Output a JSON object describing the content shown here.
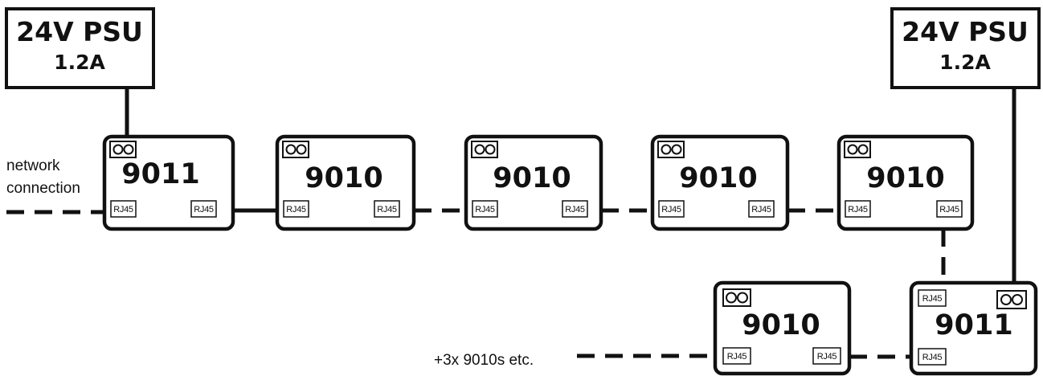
{
  "psu_left": {
    "title": "24V PSU",
    "current": "1.2A"
  },
  "psu_right": {
    "title": "24V PSU",
    "current": "1.2A"
  },
  "network_label": {
    "line1": "network",
    "line2": "connection"
  },
  "more_label": "+3x 9010s etc.",
  "devices": [
    {
      "model": "9011",
      "port_left": "RJ45",
      "port_right": "RJ45"
    },
    {
      "model": "9010",
      "port_left": "RJ45",
      "port_right": "RJ45"
    },
    {
      "model": "9010",
      "port_left": "RJ45",
      "port_right": "RJ45"
    },
    {
      "model": "9010",
      "port_left": "RJ45",
      "port_right": "RJ45"
    },
    {
      "model": "9010",
      "port_left": "RJ45",
      "port_right": "RJ45"
    },
    {
      "model": "9010",
      "port_left": "RJ45",
      "port_right": "RJ45"
    },
    {
      "model": "9011",
      "port_top": "RJ45",
      "port_bottom": "RJ45"
    }
  ],
  "connections": [
    {
      "from": "psu-left",
      "to": "device-1",
      "style": "solid"
    },
    {
      "from": "network",
      "to": "device-1",
      "style": "dashed"
    },
    {
      "from": "device-1",
      "to": "device-2",
      "style": "solid"
    },
    {
      "from": "device-2",
      "to": "device-3",
      "style": "dashed"
    },
    {
      "from": "device-3",
      "to": "device-4",
      "style": "dashed"
    },
    {
      "from": "device-4",
      "to": "device-5",
      "style": "dashed"
    },
    {
      "from": "device-5",
      "to": "device-7",
      "style": "dashed"
    },
    {
      "from": "psu-right",
      "to": "device-7",
      "style": "solid"
    },
    {
      "from": "device-7",
      "to": "device-6",
      "style": "dashed"
    },
    {
      "from": "device-6",
      "to": "more",
      "style": "dashed"
    }
  ]
}
